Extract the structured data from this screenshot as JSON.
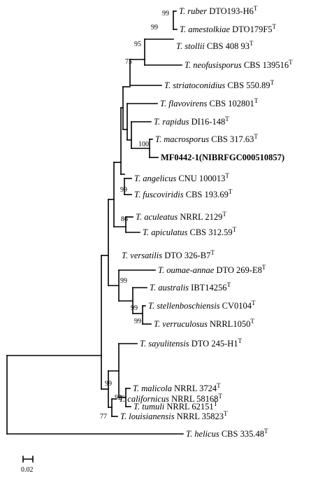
{
  "tree": {
    "taxa": [
      {
        "genus": "T.",
        "species": "ruber",
        "strain": "DTO193-H6",
        "sup": "T"
      },
      {
        "genus": "T.",
        "species": "amestolkiae",
        "strain": "DTO179F5",
        "sup": "T"
      },
      {
        "genus": "T.",
        "species": "stollii",
        "strain": "CBS 408 93",
        "sup": "T"
      },
      {
        "genus": "T.",
        "species": "neofusisporus",
        "strain": "CBS 139516",
        "sup": "T"
      },
      {
        "genus": "T.",
        "species": "striatoconidius",
        "strain": "CBS 550.89",
        "sup": "T"
      },
      {
        "genus": "T.",
        "species": "flavovirens",
        "strain": "CBS 102801",
        "sup": "T"
      },
      {
        "genus": "T.",
        "species": "rapidus",
        "strain": "DI16-148",
        "sup": "T"
      },
      {
        "genus": "T.",
        "species": "macrosporus",
        "strain": "CBS 317.63",
        "sup": "T"
      },
      {
        "label": "MF0442-1(NIBRFGC000510857)"
      },
      {
        "genus": "T.",
        "species": "angelicus",
        "strain": "CNU 100013",
        "sup": "T"
      },
      {
        "genus": "T.",
        "species": "fuscoviridis",
        "strain": "CBS 193.69",
        "sup": "T"
      },
      {
        "genus": "T.",
        "species": "aculeatus",
        "strain": "NRRL 2129",
        "sup": "T"
      },
      {
        "genus": "T.",
        "species": "apiculatus",
        "strain": "CBS 312.59",
        "sup": "T"
      },
      {
        "genus": "T.",
        "species": "versatilis",
        "strain": "DTO 326-B7",
        "sup": "T"
      },
      {
        "genus": "T.",
        "species": "oumae-annae",
        "strain": "DTO 269-E8",
        "sup": "T"
      },
      {
        "genus": "T.",
        "species": "australis",
        "strain": "IBT14256",
        "sup": "T"
      },
      {
        "genus": "T.",
        "species": "stellenboschiensis",
        "strain": "CV0104",
        "sup": "T"
      },
      {
        "genus": "T.",
        "species": "verruculosus",
        "strain": "NRRL1050",
        "sup": "T"
      },
      {
        "genus": "T.",
        "species": "sayulitensis",
        "strain": "DTO 245-H1",
        "sup": "T"
      },
      {
        "genus": "T.",
        "species": "malicola",
        "strain": "NRRL 3724",
        "sup": "T"
      },
      {
        "genus": "T.",
        "species": "tumuli",
        "strain": "NRRL 62151",
        "sup": "T"
      },
      {
        "genus": "T.",
        "species": "californicus",
        "strain": "NRRL 58168",
        "sup": "T"
      },
      {
        "genus": "T.",
        "species": "louisianensis",
        "strain": "NRRL 35823",
        "sup": "T"
      },
      {
        "genus": "T.",
        "species": "helicus",
        "strain": "CBS 335.48",
        "sup": "T"
      }
    ],
    "bootstrap": [
      "99",
      "99",
      "95",
      "75",
      "100",
      "99",
      "86",
      "99",
      "99",
      "99",
      "99",
      "92",
      "77"
    ]
  },
  "scale_bar": {
    "value": "0.02"
  }
}
